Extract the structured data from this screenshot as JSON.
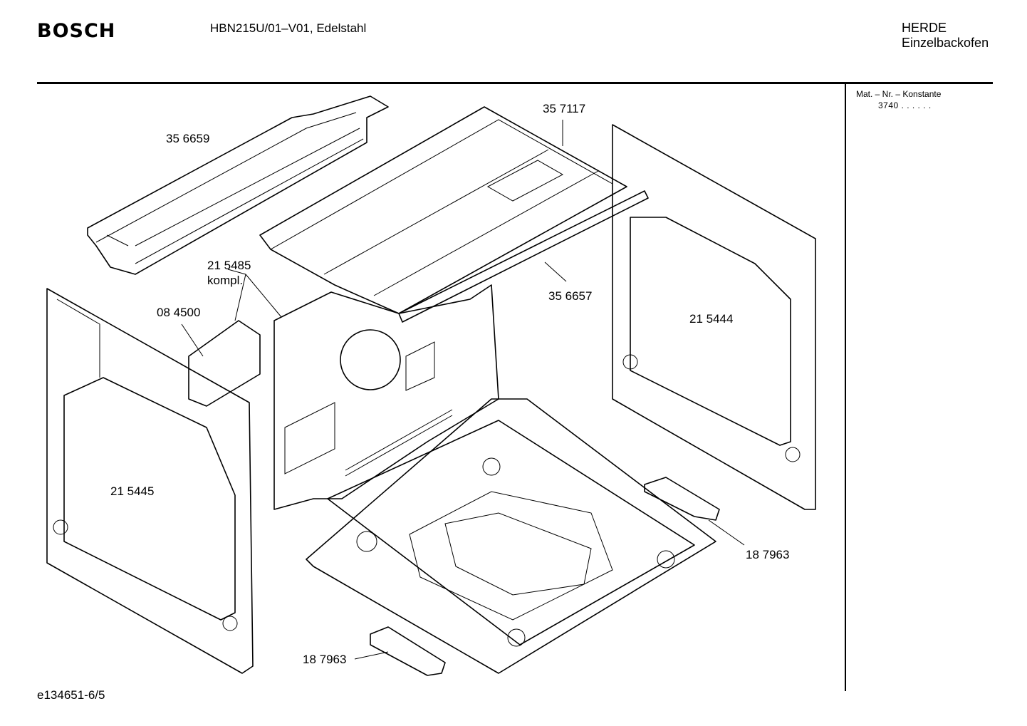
{
  "header": {
    "brand": "BOSCH",
    "model": "HBN215U/01–V01, Edelstahl",
    "category_line1": "HERDE",
    "category_line2": "Einzelbackofen"
  },
  "sidebar": {
    "mat_label": "Mat. – Nr. – Konstante",
    "mat_value": "3740  .  .  .  .  .  ."
  },
  "parts": [
    {
      "id": "p-356659",
      "label": "35 6659"
    },
    {
      "id": "p-357117",
      "label": "35  7117"
    },
    {
      "id": "p-215485",
      "label": "21 5485"
    },
    {
      "id": "p-kompl",
      "label": "kompl."
    },
    {
      "id": "p-084500",
      "label": "08 4500"
    },
    {
      "id": "p-356657",
      "label": "35 6657"
    },
    {
      "id": "p-215444",
      "label": "21 5444"
    },
    {
      "id": "p-215445",
      "label": "21 5445"
    },
    {
      "id": "p-187963a",
      "label": "18 7963"
    },
    {
      "id": "p-187963b",
      "label": "18 7963"
    }
  ],
  "footer": {
    "drawing_id": "e134651-6/5"
  }
}
